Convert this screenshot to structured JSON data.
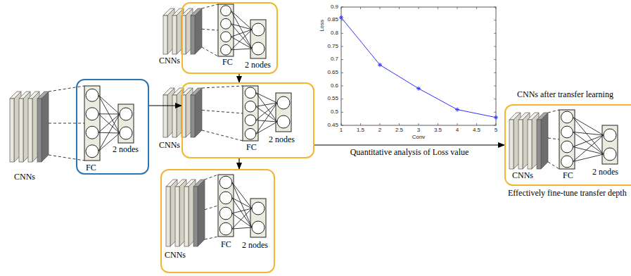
{
  "diagram": {
    "nodes": [
      {
        "text": [
          "FC",
          "2 nodes"
        ]
      },
      {
        "text": [
          "FC",
          "2 nodes"
        ]
      },
      {
        "text": [
          "FC",
          "2 nodes"
        ]
      },
      {
        "text": [
          "CNNs",
          "FC",
          "2 nodes"
        ]
      },
      {
        "text": [
          "CNNs",
          "FC",
          "2 nodes"
        ]
      }
    ],
    "edges": [
      {
        "from": 0,
        "to": 2,
        "arrow": "to"
      },
      {
        "from": 1,
        "to": 2,
        "arrow": "to"
      },
      {
        "from": 2,
        "to": 3,
        "arrow": "to"
      },
      {
        "from": 2,
        "to": 4,
        "arrow": "to",
        "label": "Quantitative analysis of Loss value"
      }
    ],
    "labels": [
      "CNNs",
      "CNNs",
      "CNNs",
      "Loss",
      "0.45",
      "0.5",
      "0.55",
      "0.6",
      "0.65",
      "0.7",
      "0.75",
      "0.8",
      "0.85",
      "0.9",
      "1",
      "1.5",
      "2",
      "2.5",
      "3",
      "3.5",
      "4",
      "4.5",
      "5",
      "Conv",
      "CNNs after transfer learning",
      "Effectively fine-tune transfer depth"
    ]
  }
}
